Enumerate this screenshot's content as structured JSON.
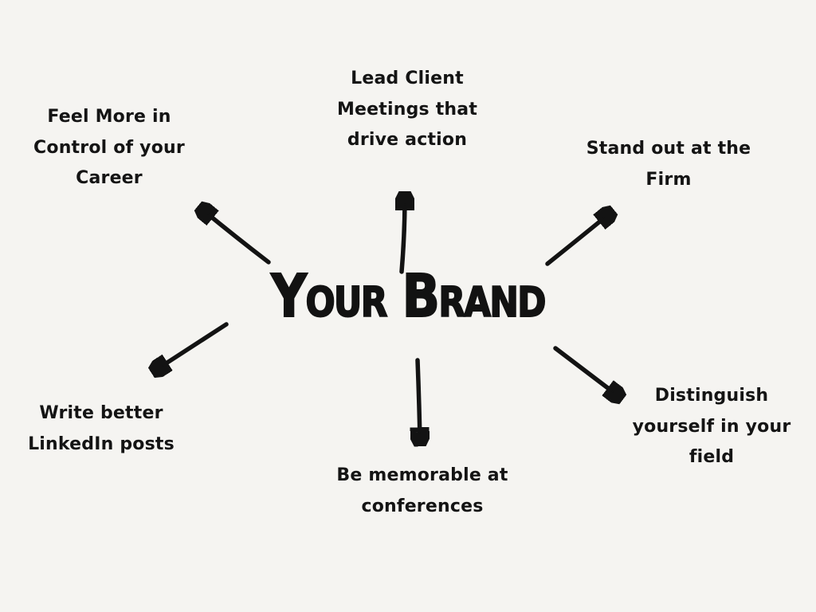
{
  "center": {
    "label": "Your Brand"
  },
  "branches": [
    {
      "name": "career-control",
      "label": "Feel More in\nControl of your\nCareer"
    },
    {
      "name": "client-meetings",
      "label": "Lead Client\nMeetings that\ndrive action"
    },
    {
      "name": "stand-out-firm",
      "label": "Stand out at the\nFirm"
    },
    {
      "name": "linkedin-posts",
      "label": "Write better\nLinkedIn posts"
    },
    {
      "name": "memorable-conferences",
      "label": "Be memorable at\nconferences"
    },
    {
      "name": "distinguish-field",
      "label": "Distinguish\nyourself in your\nfield"
    }
  ],
  "colors": {
    "background": "#f5f4f1",
    "ink": "#131313"
  }
}
